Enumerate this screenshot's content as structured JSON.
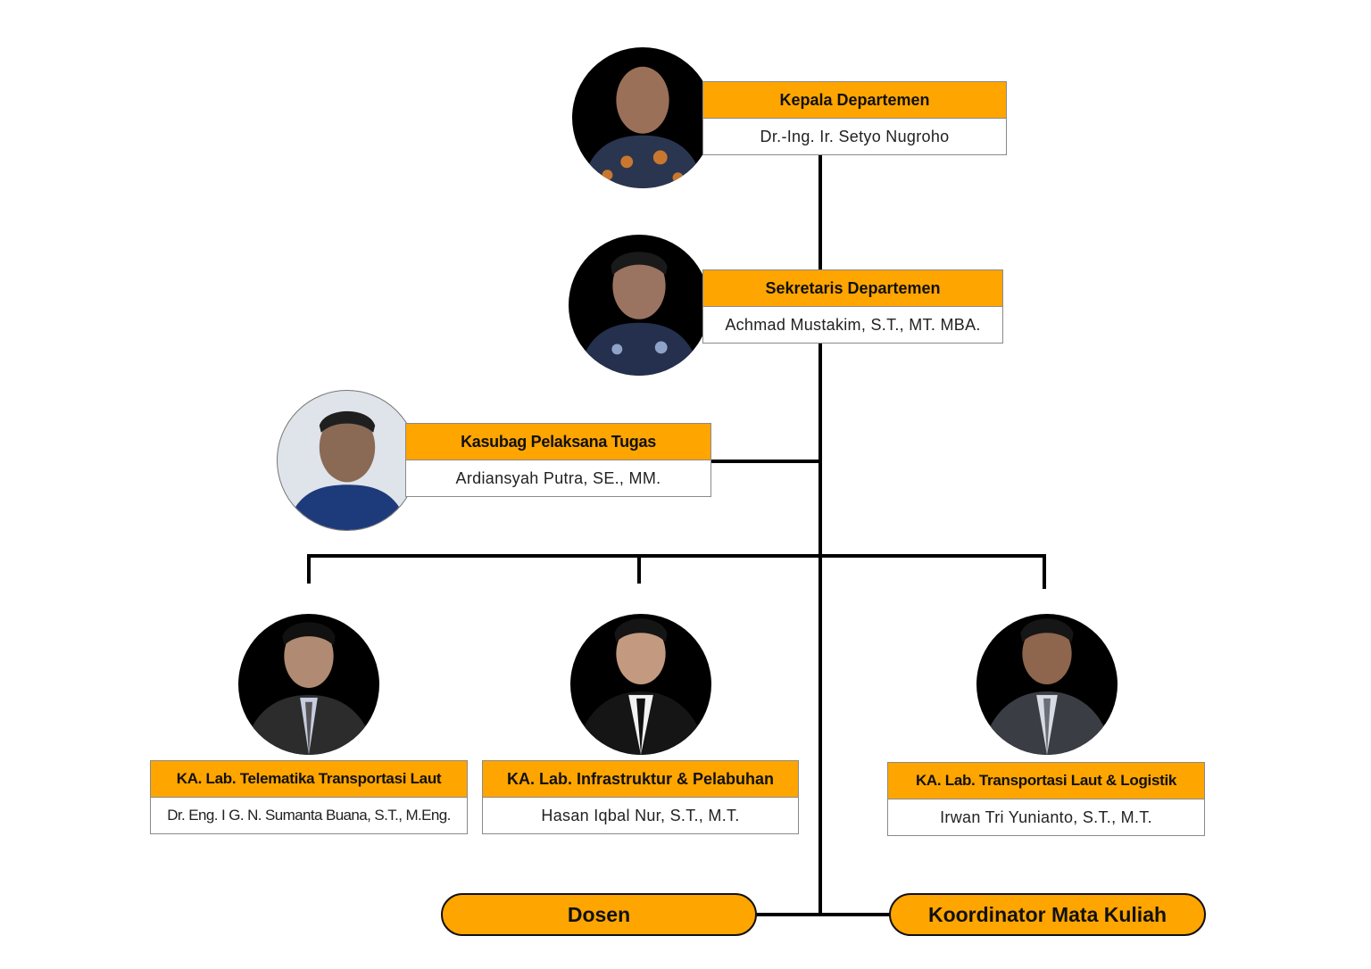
{
  "positions": {
    "head": {
      "title": "Kepala Departemen",
      "name": "Dr.-Ing. Ir. Setyo Nugroho"
    },
    "secretary": {
      "title": "Sekretaris Departemen",
      "name": "Achmad Mustakim, S.T., MT. MBA."
    },
    "kasubag": {
      "title": "Kasubag Pelaksana Tugas",
      "name": "Ardiansyah Putra, SE., MM."
    },
    "lab_telematics": {
      "title": "KA. Lab. Telematika Transportasi Laut",
      "name": "Dr. Eng. I G. N. Sumanta Buana, S.T., M.Eng."
    },
    "lab_infrastructure": {
      "title": "KA. Lab. Infrastruktur & Pelabuhan",
      "name": "Hasan Iqbal Nur, S.T., M.T."
    },
    "lab_logistics": {
      "title": "KA. Lab. Transportasi Laut & Logistik",
      "name": "Irwan Tri Yunianto, S.T., M.T."
    }
  },
  "groups": {
    "lecturers": "Dosen",
    "course_coordinator": "Koordinator Mata Kuliah"
  },
  "colors": {
    "accent": "#ffa500",
    "line": "#000000",
    "photo_background": "#000000"
  }
}
